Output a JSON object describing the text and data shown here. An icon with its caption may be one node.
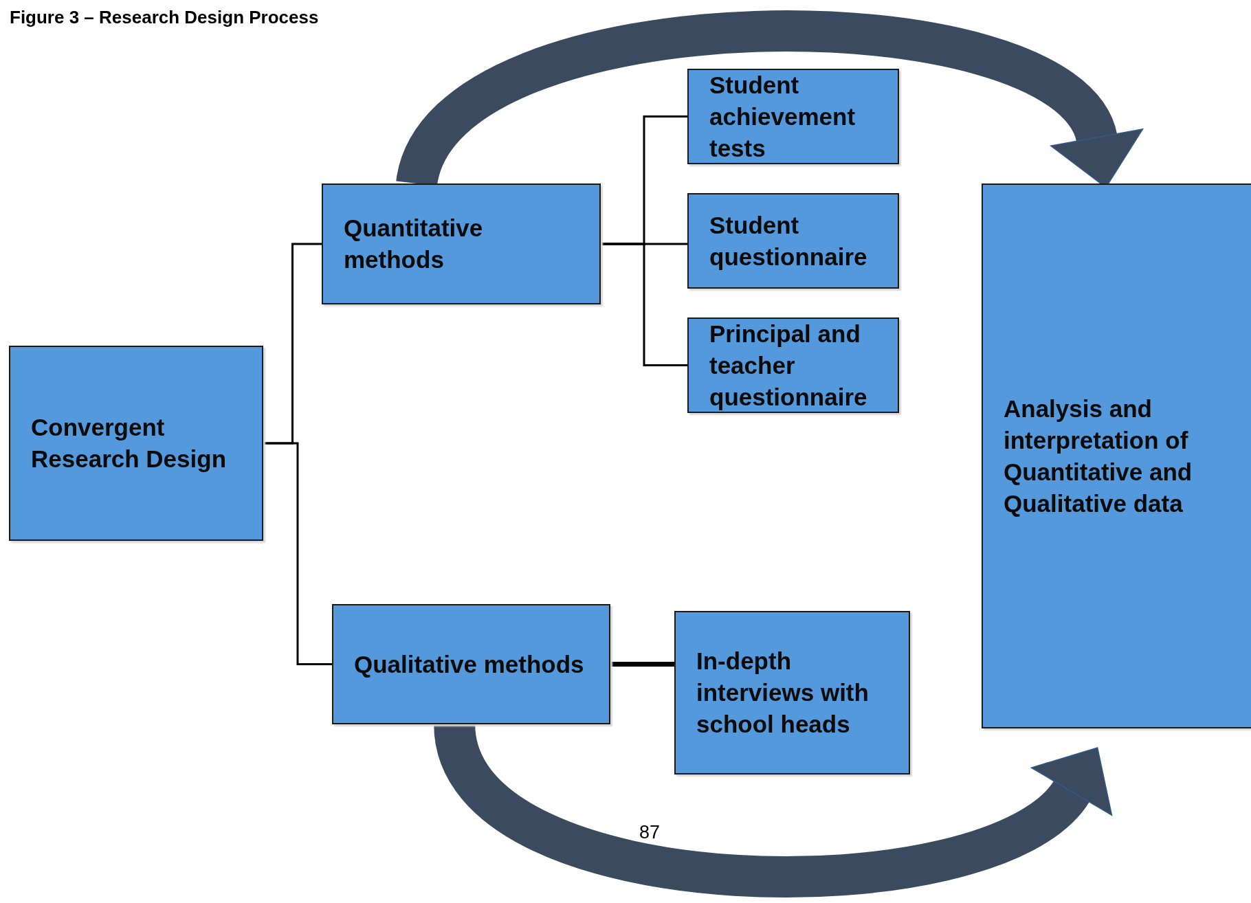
{
  "diagram": {
    "title": "Figure 3 – Research Design Process",
    "nodes": [
      {
        "text": [
          "Convergent Research Design"
        ]
      },
      {
        "text": [
          "Quantitative methods"
        ]
      },
      {
        "text": [
          "Qualitative methods"
        ]
      },
      {
        "text": [
          "Student achievement tests"
        ]
      },
      {
        "text": [
          "Student questionnaire"
        ]
      },
      {
        "text": [
          "Principal and teacher questionnaire"
        ]
      },
      {
        "text": [
          "In-depth interviews with school heads"
        ]
      },
      {
        "text": [
          "Analysis and interpretation of Quantitative and Qualitative data"
        ]
      }
    ],
    "edges": [
      {
        "from": 0,
        "to": 1,
        "arrow": "none"
      },
      {
        "from": 0,
        "to": 2,
        "arrow": "none"
      },
      {
        "from": 1,
        "to": 3,
        "arrow": "none"
      },
      {
        "from": 1,
        "to": 4,
        "arrow": "none"
      },
      {
        "from": 1,
        "to": 5,
        "arrow": "none"
      },
      {
        "from": 2,
        "to": 6,
        "arrow": "none",
        "style": "thick"
      },
      {
        "from": 1,
        "to": 7,
        "arrow": "to",
        "style": "thick",
        "color": "#3b4a5f"
      },
      {
        "from": 2,
        "to": 7,
        "arrow": "to",
        "style": "thick",
        "color": "#3b4a5f"
      }
    ],
    "labels": [
      "87"
    ]
  }
}
